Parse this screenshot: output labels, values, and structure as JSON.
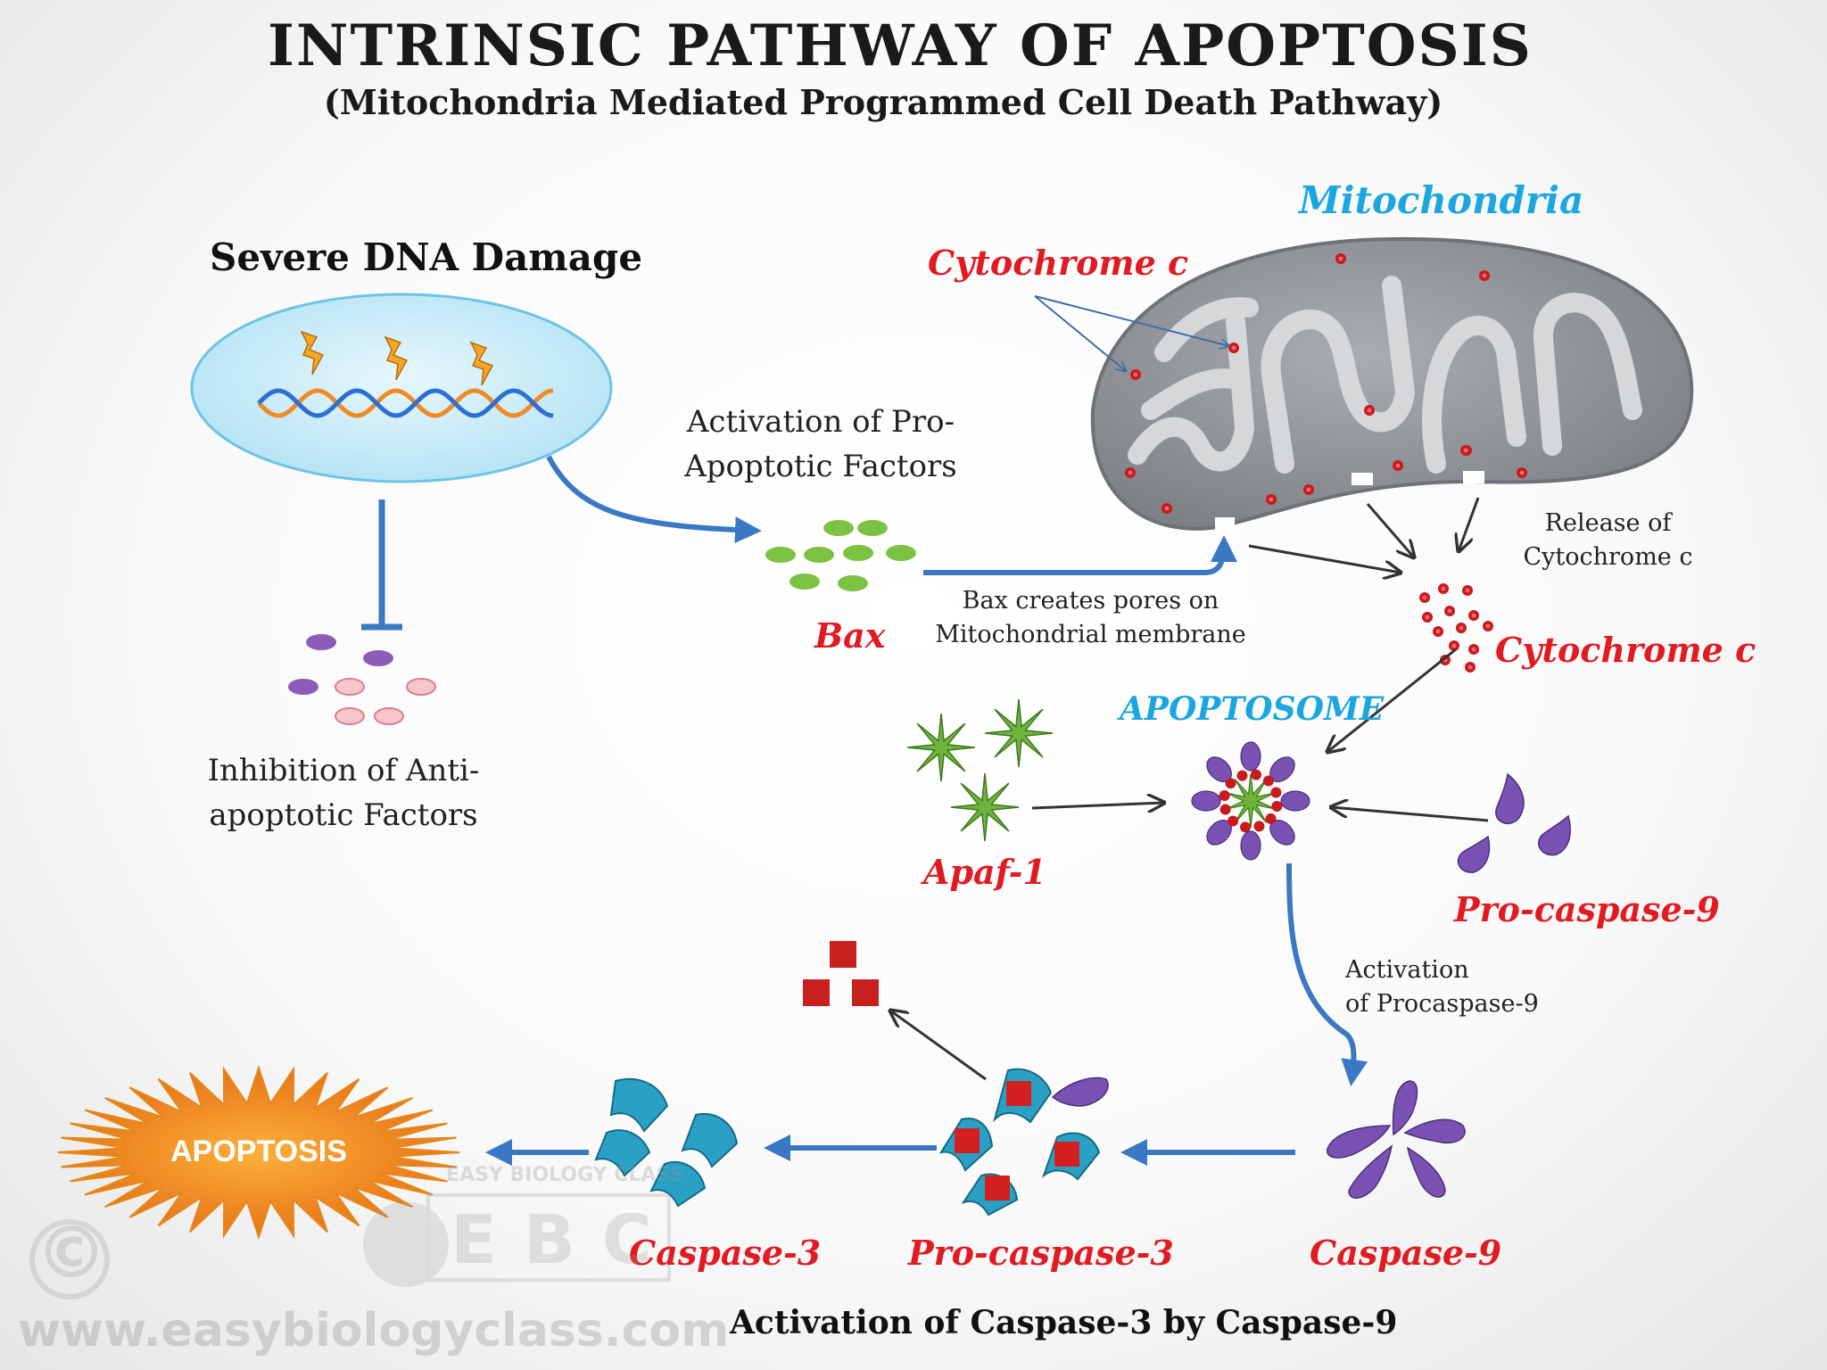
{
  "title": "INTRINSIC PATHWAY OF APOPTOSIS",
  "subtitle": "(Mitochondria Mediated Programmed Cell Death Pathway)",
  "dna_damage": {
    "heading": "Severe DNA Damage",
    "inhibition_line1": "Inhibition of Anti-",
    "inhibition_line2": "apoptotic Factors"
  },
  "activation_pro_apoptotic": {
    "line1": "Activation of Pro-",
    "line2": "Apoptotic Factors"
  },
  "bax": {
    "label": "Bax",
    "pores_line1": "Bax creates pores on",
    "pores_line2": "Mitochondrial membrane"
  },
  "mitochondria": {
    "label": "Mitochondria",
    "cytochrome_label": "Cytochrome c",
    "release_line1": "Release of",
    "release_line2": "Cytochrome c"
  },
  "cytochrome_free_label": "Cytochrome c",
  "apoptosome": {
    "label": "APOPTOSOME",
    "apaf_label": "Apaf-1",
    "procaspase9_label": "Pro-caspase-9",
    "activation_line1": "Activation",
    "activation_line2": "of Procaspase-9"
  },
  "bottom_row": {
    "caspase9": "Caspase-9",
    "procaspase3": "Pro-caspase-3",
    "caspase3": "Caspase-3",
    "apoptosis": "APOPTOSIS",
    "caption": "Activation of Caspase-3 by Caspase-9"
  },
  "watermark": {
    "url": "www.easybiologyclass.com",
    "copyright": "©",
    "logo": "EBC",
    "logo_arc": "EASY BIOLOGY CLASS"
  },
  "colors": {
    "label_red": "#e01b22",
    "label_blue": "#1ba6e0",
    "arrow_blue": "#3b78c4",
    "mito_grey": "#8f9397",
    "bax_green": "#7cc242",
    "caspase9_purple": "#7a52b3",
    "caspase3_teal": "#2aa1c4",
    "apoptosis_orange": "#f28c1c"
  }
}
